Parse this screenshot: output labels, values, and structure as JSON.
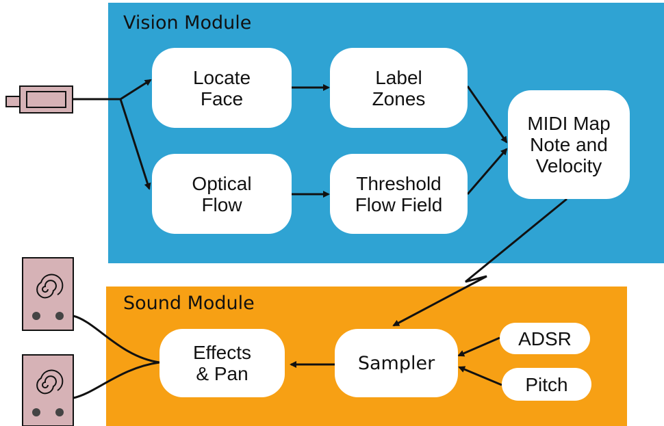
{
  "colors": {
    "vision_bg": "#2fa3d3",
    "sound_bg": "#f7a014",
    "node_bg": "#ffffff",
    "line": "#111111",
    "device_body": "#d6b2b6"
  },
  "vision_module": {
    "title": "Vision Module",
    "nodes": {
      "locate_face": "Locate\nFace",
      "label_zones": "Label\nZones",
      "optical_flow": "Optical\nFlow",
      "threshold_flow_field": "Threshold\nFlow Field",
      "midi_map": "MIDI Map\nNote and\nVelocity"
    }
  },
  "sound_module": {
    "title": "Sound Module",
    "nodes": {
      "effects_pan": "Effects\n& Pan",
      "sampler": "Sampler",
      "adsr": "ADSR",
      "pitch": "Pitch"
    }
  },
  "devices": {
    "camera_icon": "usb-camera-icon",
    "speaker_icon": "speaker-icon"
  }
}
